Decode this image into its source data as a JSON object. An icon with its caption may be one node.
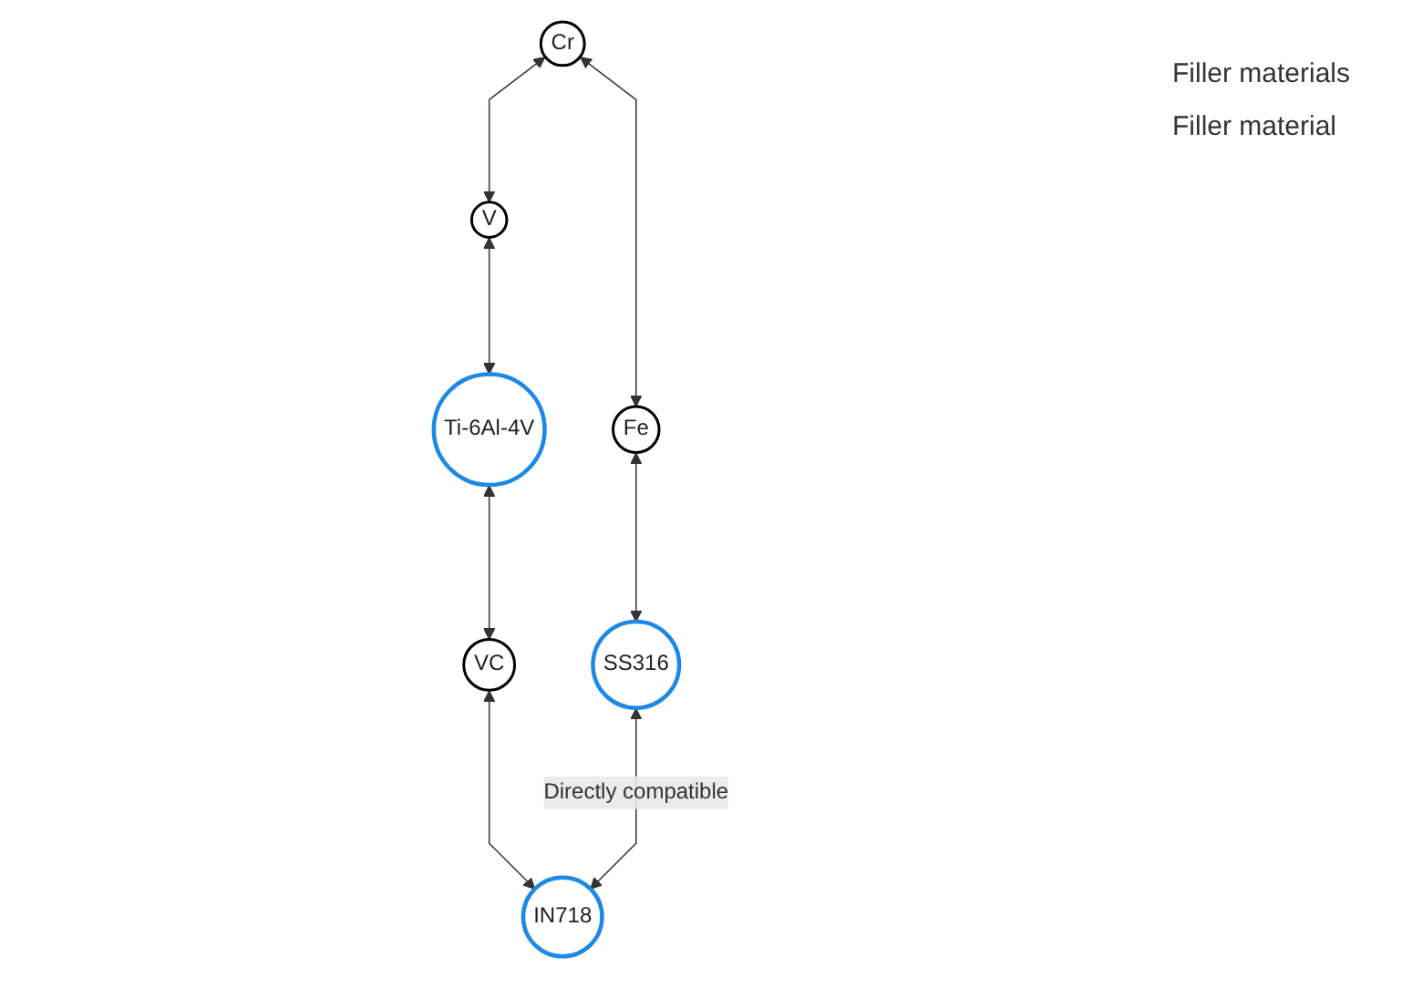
{
  "diagram": {
    "nodes": [
      {
        "text": [
          "Fe"
        ]
      },
      {
        "text": [
          "Cr"
        ]
      },
      {
        "text": [
          "SS316"
        ]
      },
      {
        "text": [
          "V"
        ]
      },
      {
        "text": [
          "Ti-6Al-4V"
        ]
      },
      {
        "text": [
          "VC"
        ]
      },
      {
        "text": [
          "IN718"
        ]
      }
    ],
    "edges": [
      {
        "from": 1,
        "to": 0,
        "arrow": "both"
      },
      {
        "from": 0,
        "to": 2,
        "arrow": "both"
      },
      {
        "from": 1,
        "to": 3,
        "arrow": "both"
      },
      {
        "from": 3,
        "to": 4,
        "arrow": "both"
      },
      {
        "from": 4,
        "to": 5,
        "arrow": "both"
      },
      {
        "from": 5,
        "to": 6,
        "arrow": "both"
      },
      {
        "from": 2,
        "to": 6,
        "arrow": "both",
        "label": "Directly compatible"
      }
    ],
    "labels": [
      "Filler materials",
      "Filler material"
    ]
  }
}
